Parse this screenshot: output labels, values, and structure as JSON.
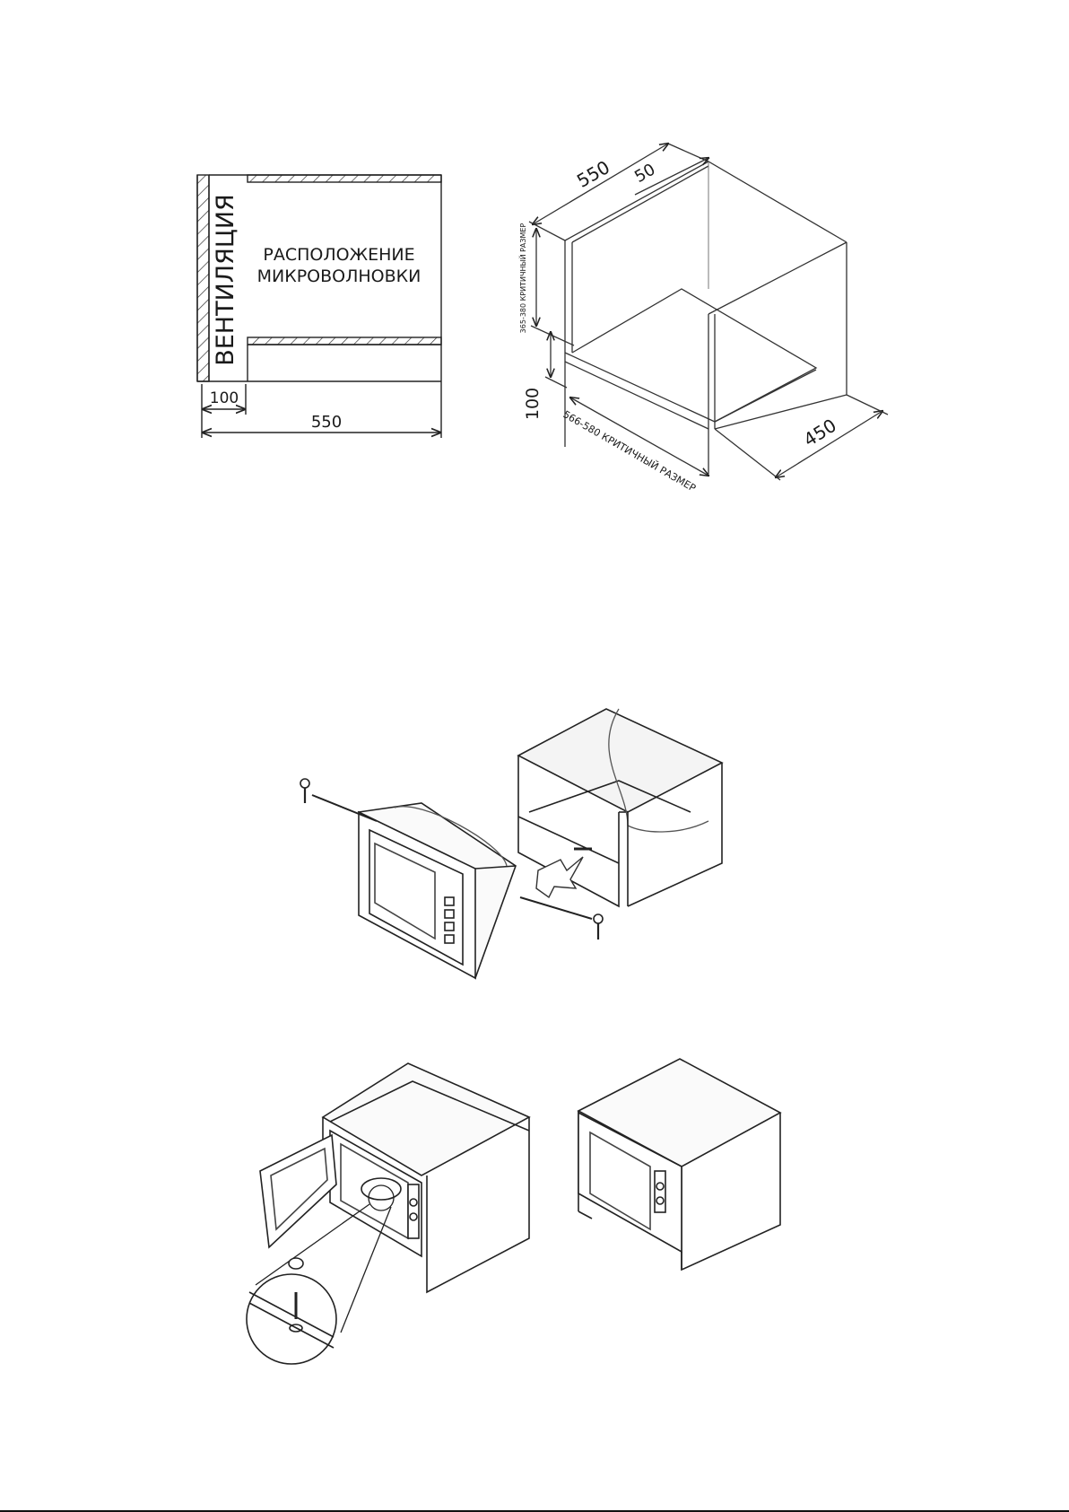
{
  "plan_view": {
    "ventilation_label": "ВЕНТИЛЯЦИЯ",
    "placement_line1": "РАСПОЛОЖЕНИЕ",
    "placement_line2": "МИКРОВОЛНОВКИ",
    "dim_offset": "100",
    "dim_width": "550"
  },
  "iso_view": {
    "dim_depth": "550",
    "dim_gap": "50",
    "dim_height": "365-380 КРИТИЧНЫЙ РАЗМЕР",
    "dim_base": "100",
    "dim_width_critical": "566-580 КРИТИЧНЫЙ РАЗМЕР",
    "dim_side": "450"
  }
}
